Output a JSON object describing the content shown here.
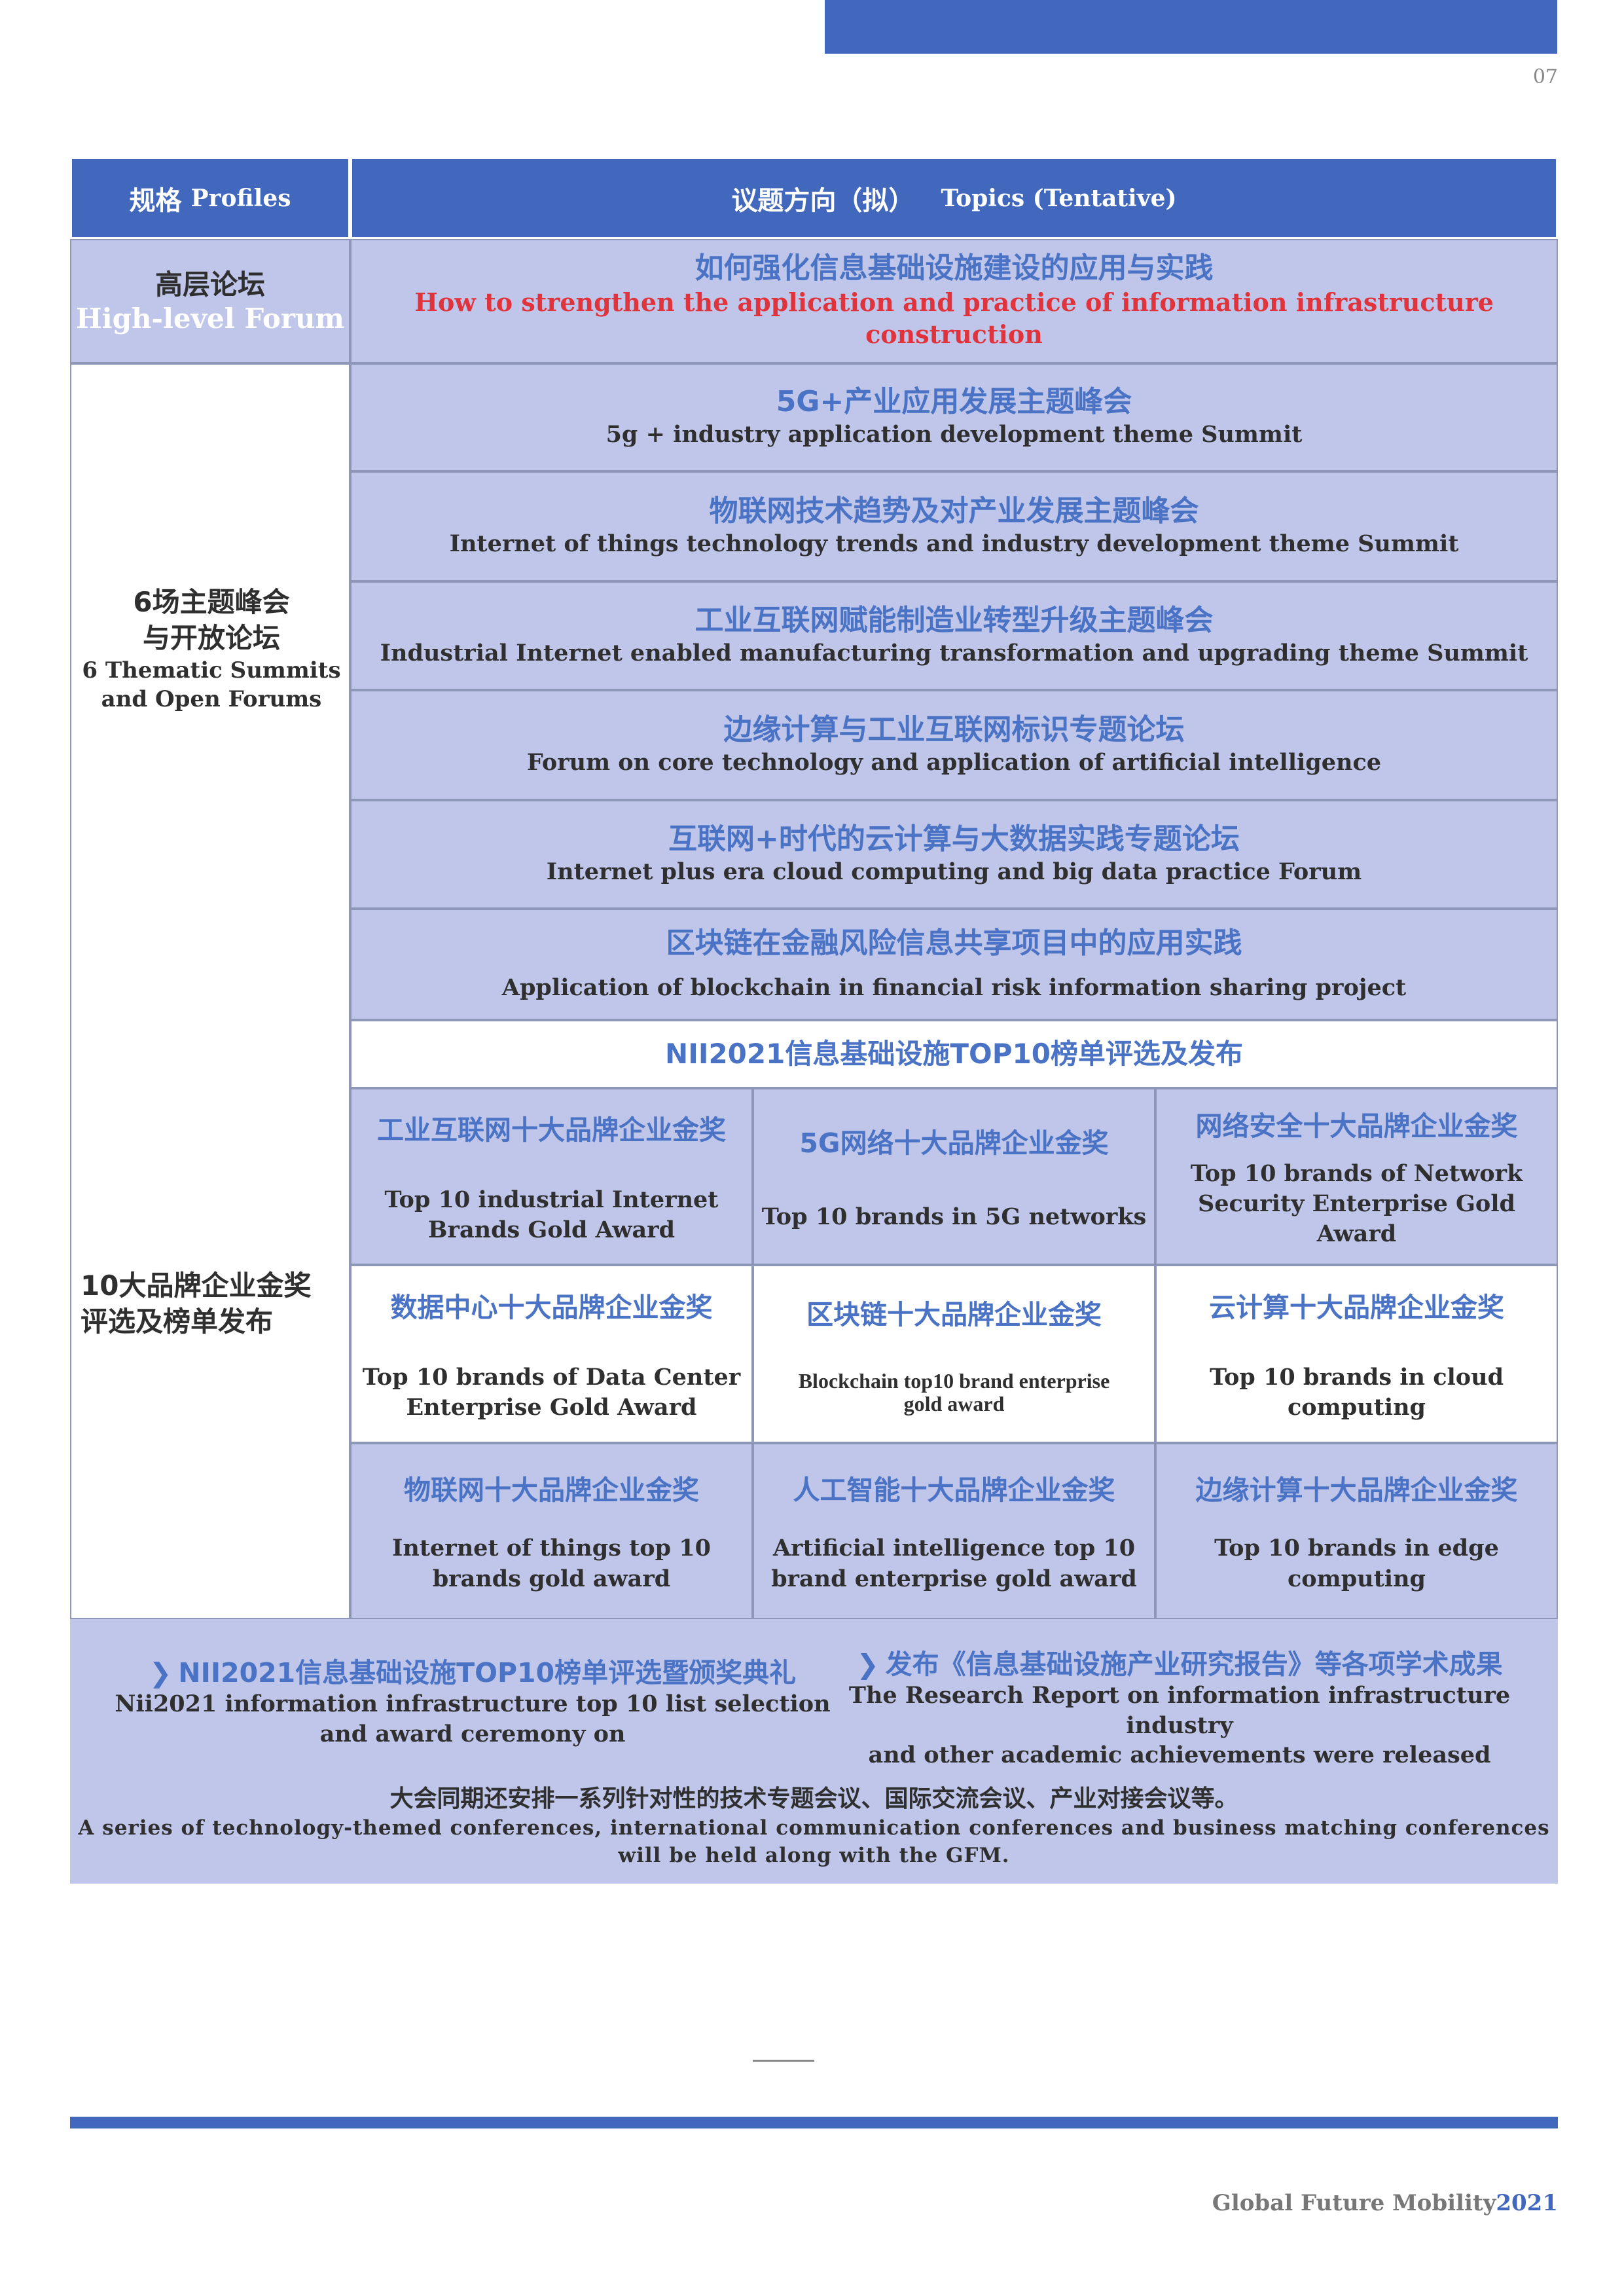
{
  "page_number": "07",
  "header": {
    "profiles_zh": "规格",
    "profiles_en": "Profiles",
    "topics_zh": "议题方向（拟）",
    "topics_en": "Topics (Tentative)"
  },
  "high_level_forum": {
    "label_zh": "高层论坛",
    "label_en": "High-level Forum",
    "topic_zh": "如何强化信息基础设施建设的应用与实践",
    "topic_en": "How to strengthen the application and practice of information infrastructure construction"
  },
  "summits": {
    "label_zh_1": "6场主题峰会",
    "label_zh_2": "与开放论坛",
    "label_en_1": "6 Thematic Summits",
    "label_en_2": "and Open Forums",
    "items": [
      {
        "zh": "5G+产业应用发展主题峰会",
        "en": "5g + industry application development theme Summit"
      },
      {
        "zh": "物联网技术趋势及对产业发展主题峰会",
        "en": "Internet of things technology trends and industry development theme Summit"
      },
      {
        "zh": "工业互联网赋能制造业转型升级主题峰会",
        "en": "Industrial Internet enabled manufacturing transformation and upgrading theme Summit"
      },
      {
        "zh": "边缘计算与工业互联网标识专题论坛",
        "en": "Forum on core technology and application of artificial intelligence"
      },
      {
        "zh": "互联网+时代的云计算与大数据实践专题论坛",
        "en": "Internet plus era cloud computing and big data practice Forum"
      },
      {
        "zh": "区块链在金融风险信息共享项目中的应用实践",
        "en": "Application of blockchain in financial risk information sharing project"
      }
    ]
  },
  "awards": {
    "label_zh_1": "10大品牌企业金奖",
    "label_zh_2": "评选及榜单发布",
    "title": "NII2021信息基础设施TOP10榜单评选及发布",
    "items": [
      {
        "zh": "工业互联网十大品牌企业金奖",
        "en_1": "Top 10 industrial Internet",
        "en_2": "Brands Gold Award"
      },
      {
        "zh": "5G网络十大品牌企业金奖",
        "en_1": "Top 10 brands in 5G networks",
        "en_2": ""
      },
      {
        "zh": "网络安全十大品牌企业金奖",
        "en_1": "Top 10 brands of Network",
        "en_2": "Security Enterprise Gold Award"
      },
      {
        "zh": "数据中心十大品牌企业金奖",
        "en_1": "Top 10 brands of Data Center",
        "en_2": "Enterprise Gold Award"
      },
      {
        "zh": "区块链十大品牌企业金奖",
        "en_1": "Blockchain top10 brand enterprise",
        "en_2": "gold award"
      },
      {
        "zh": "云计算十大品牌企业金奖",
        "en_1": "Top 10 brands in cloud",
        "en_2": "computing"
      },
      {
        "zh": "物联网十大品牌企业金奖",
        "en_1": "Internet of things top 10",
        "en_2": "brands gold award"
      },
      {
        "zh": "人工智能十大品牌企业金奖",
        "en_1": "Artificial intelligence top 10",
        "en_2": "brand enterprise gold award"
      },
      {
        "zh": "边缘计算十大品牌企业金奖",
        "en_1": "Top 10 brands in edge computing",
        "en_2": ""
      }
    ]
  },
  "bottom": {
    "arrow": "❯",
    "left_zh": "NII2021信息基础设施TOP10榜单评选暨颁奖典礼",
    "left_en_1": "Nii2021 information infrastructure top 10 list selection",
    "left_en_2": "and award ceremony on",
    "right_zh": "发布《信息基础设施产业研究报告》等各项学术成果",
    "right_en_1": "The Research Report on information infrastructure industry",
    "right_en_2": "and other academic achievements were released",
    "note_zh": "大会同期还安排一系列针对性的技术专题会议、国际交流会议、产业对接会议等。",
    "note_en_1": "A series of technology-themed conferences, international communication conferences and business matching conferences",
    "note_en_2": "will be held along with the GFM."
  },
  "footer": {
    "brand": "Global Future Mobility",
    "year": "2021"
  },
  "colors": {
    "brand_blue": "#4268bd",
    "lavender": "#bfc6e9",
    "accent_red": "#e0333b",
    "title_blue": "#4a73c5"
  }
}
